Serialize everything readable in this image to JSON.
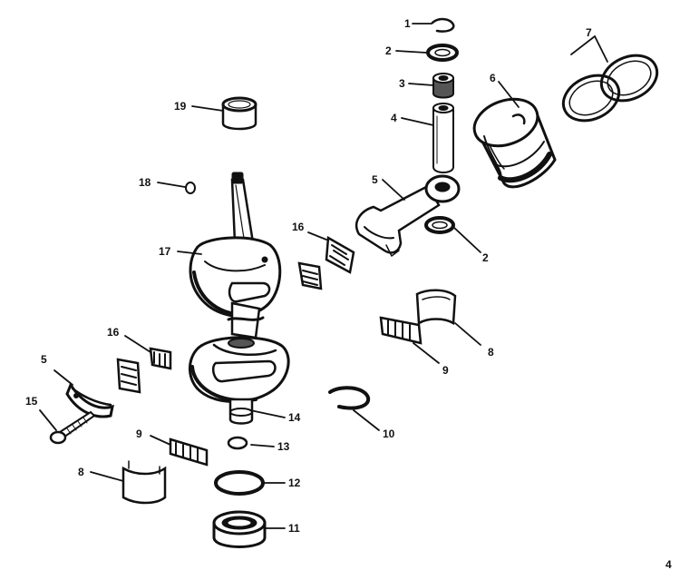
{
  "callouts": {
    "c1": "1",
    "c2a": "2",
    "c2b": "2",
    "c3": "3",
    "c4": "4",
    "c5a": "5",
    "c5b": "5",
    "c6": "6",
    "c7": "7",
    "c8a": "8",
    "c8b": "8",
    "c9a": "9",
    "c9b": "9",
    "c10": "10",
    "c11": "11",
    "c12": "12",
    "c13": "13",
    "c14": "14",
    "c15": "15",
    "c16a": "16",
    "c16b": "16",
    "c17": "17",
    "c18": "18",
    "c19": "19"
  },
  "figure_number": "4"
}
